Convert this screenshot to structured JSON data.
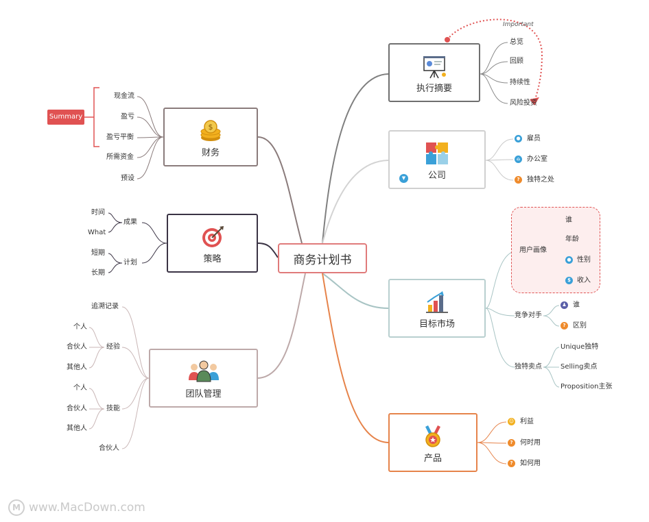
{
  "central": {
    "label": "商务计划书"
  },
  "finance": {
    "label": "财务",
    "items": [
      "现金流",
      "盈亏",
      "盈亏平衡",
      "所需资金",
      "预设"
    ],
    "summary_label": "Summary"
  },
  "strategy": {
    "label": "策略",
    "results": {
      "label": "成果",
      "items": [
        "时间",
        "What"
      ]
    },
    "plan": {
      "label": "计划",
      "items": [
        "短期",
        "长期"
      ]
    }
  },
  "team": {
    "label": "团队管理",
    "track_record": "追溯记录",
    "experience": {
      "label": "经验",
      "items": [
        "个人",
        "合伙人",
        "其他人"
      ]
    },
    "skills": {
      "label": "技能",
      "items": [
        "个人",
        "合伙人",
        "其他人"
      ]
    },
    "partner": "合伙人"
  },
  "summary_exec": {
    "label": "执行摘要",
    "items": [
      "总览",
      "回顾",
      "持续性",
      "风险投资"
    ],
    "important_note": "Important"
  },
  "company": {
    "label": "公司",
    "items": [
      {
        "label": "雇员",
        "badge": "person",
        "badge_glyph": "●",
        "color": "#3aa0d8"
      },
      {
        "label": "办公室",
        "badge": "home",
        "badge_glyph": "⌂",
        "color": "#3aa0d8"
      },
      {
        "label": "独特之处",
        "badge": "question",
        "badge_glyph": "?",
        "color": "#ef8b2c"
      }
    ]
  },
  "market": {
    "label": "目标市场",
    "persona": {
      "label": "用户画像",
      "items": [
        {
          "label": "谁",
          "badge": ""
        },
        {
          "label": "年龄",
          "badge": ""
        },
        {
          "label": "性别",
          "badge": "person",
          "badge_glyph": "●",
          "color": "#3aa0d8"
        },
        {
          "label": "收入",
          "badge": "dollar",
          "badge_glyph": "$",
          "color": "#3aa0d8"
        }
      ]
    },
    "competitors": {
      "label": "竞争对手",
      "items": [
        {
          "label": "谁",
          "badge": "user",
          "badge_glyph": "♟",
          "color": "#5a5fa8"
        },
        {
          "label": "区别",
          "badge": "question",
          "badge_glyph": "?",
          "color": "#ef8b2c"
        }
      ]
    },
    "usp": {
      "label": "独特卖点",
      "items": [
        "Unique独特",
        "Selling卖点",
        "Proposition主张"
      ]
    }
  },
  "product": {
    "label": "产品",
    "items": [
      {
        "label": "利益",
        "badge": "smile",
        "badge_glyph": "☺",
        "color": "#f2b01e"
      },
      {
        "label": "何时用",
        "badge": "question",
        "badge_glyph": "?",
        "color": "#ef8b2c"
      },
      {
        "label": "如何用",
        "badge": "question",
        "badge_glyph": "?",
        "color": "#ef8b2c"
      }
    ]
  },
  "colors": {
    "accent_red": "#e05252",
    "exec_branch": "#7f7f7f",
    "company_branch": "#cccccc",
    "market_branch": "#a8c4c4",
    "product_branch": "#e6834a",
    "finance_branch": "#8a7b7b",
    "strategy_branch": "#3a3344",
    "team_branch": "#bda9a9"
  },
  "watermark": "www.MacDown.com"
}
